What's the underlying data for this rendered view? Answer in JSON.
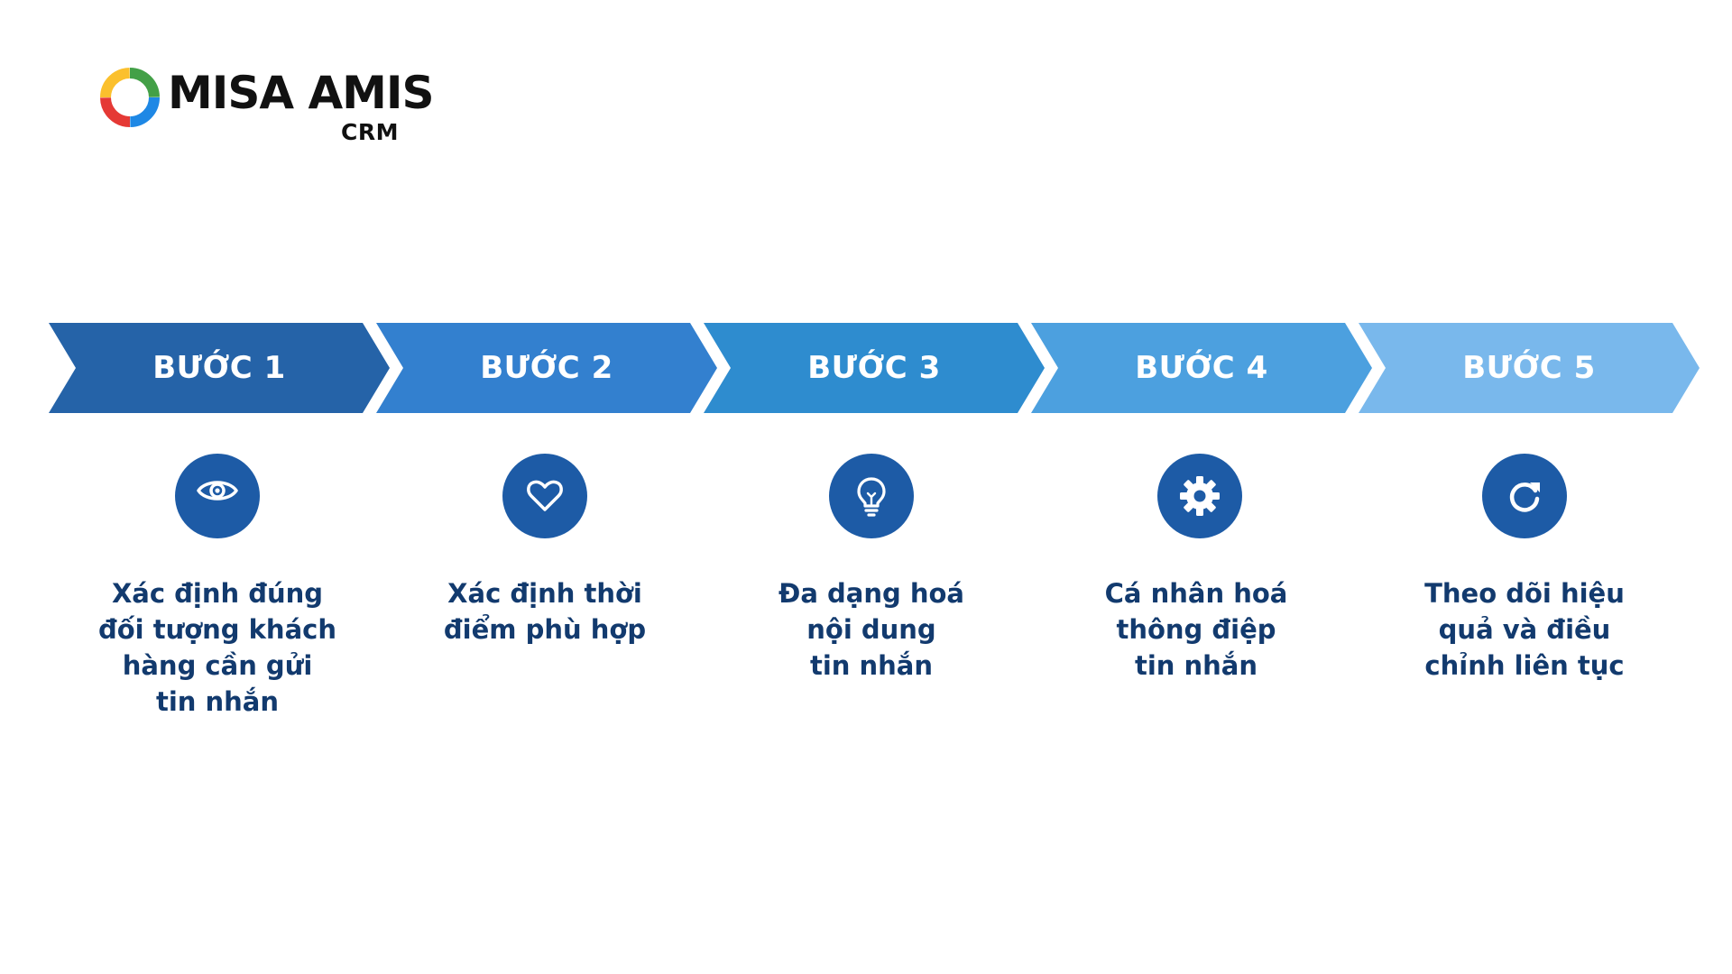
{
  "logo": {
    "word": "MISA AMIS",
    "sub": "CRM",
    "icon": "misa-ring-logo"
  },
  "colors": {
    "step1": "#2563a8",
    "step2": "#3380cf",
    "step3": "#2e8ccf",
    "step4": "#4ca0df",
    "step5": "#79b8ec",
    "icon_bg": "#1d5ba6",
    "text": "#123a6e"
  },
  "steps": [
    {
      "label": "BƯỚC 1",
      "icon": "eye-icon",
      "desc": "Xác định đúng\nđối tượng khách\nhàng cần gửi\ntin nhắn"
    },
    {
      "label": "BƯỚC 2",
      "icon": "heart-icon",
      "desc": "Xác định thời\nđiểm phù hợp"
    },
    {
      "label": "BƯỚC 3",
      "icon": "lightbulb-icon",
      "desc": "Đa dạng hoá\nnội dung\ntin nhắn"
    },
    {
      "label": "BƯỚC 4",
      "icon": "gear-icon",
      "desc": "Cá nhân hoá\nthông điệp\ntin nhắn"
    },
    {
      "label": "BƯỚC 5",
      "icon": "refresh-icon",
      "desc": "Theo dõi hiệu\nquả và điều\nchỉnh liên tục"
    }
  ]
}
